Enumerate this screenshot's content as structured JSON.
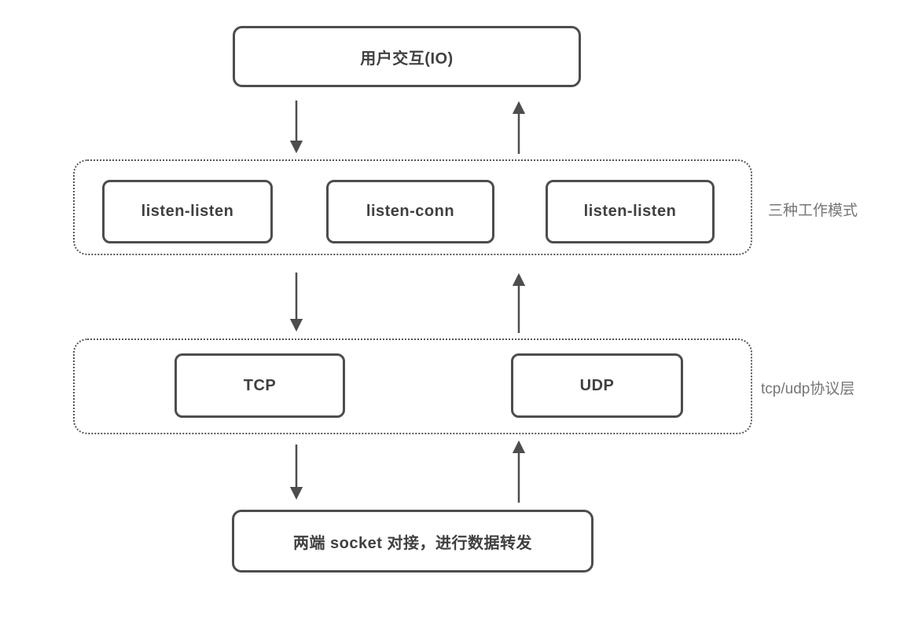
{
  "nodes": {
    "user_io": "用户交互(IO)",
    "mode_left": "listen-listen",
    "mode_middle": "listen-conn",
    "mode_right": "listen-listen",
    "tcp": "TCP",
    "udp": "UDP",
    "socket_forward": "两端 socket 对接，进行数据转发"
  },
  "group_labels": {
    "work_modes": "三种工作模式",
    "protocol_layer": "tcp/udp协议层"
  },
  "colors": {
    "node_border": "#4d4d4d",
    "node_text": "#404040",
    "group_border_dotted": "#565656",
    "side_label_text": "#767676",
    "arrow": "#4d4d4d",
    "background": "#ffffff"
  }
}
